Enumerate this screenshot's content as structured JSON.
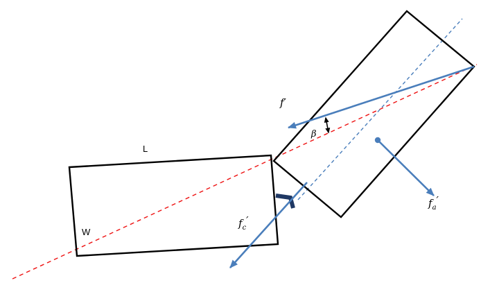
{
  "labels": {
    "length": "L",
    "width": "W",
    "beta": "β",
    "f_prime": "f′",
    "fc_base": "f",
    "fc_sub": "c",
    "fc_prime": "′",
    "fa_base": "f",
    "fa_sub": "a",
    "fa_prime": "′"
  },
  "colors": {
    "arrow_blue": "#4a7ebb",
    "dashed_red": "#ee1111",
    "dashed_blue": "#4a7ebb",
    "outline_black": "#000000",
    "angle_marker": "#1f3864",
    "beta_arrow": "#000000",
    "dot_fill": "#4a7ebb"
  }
}
